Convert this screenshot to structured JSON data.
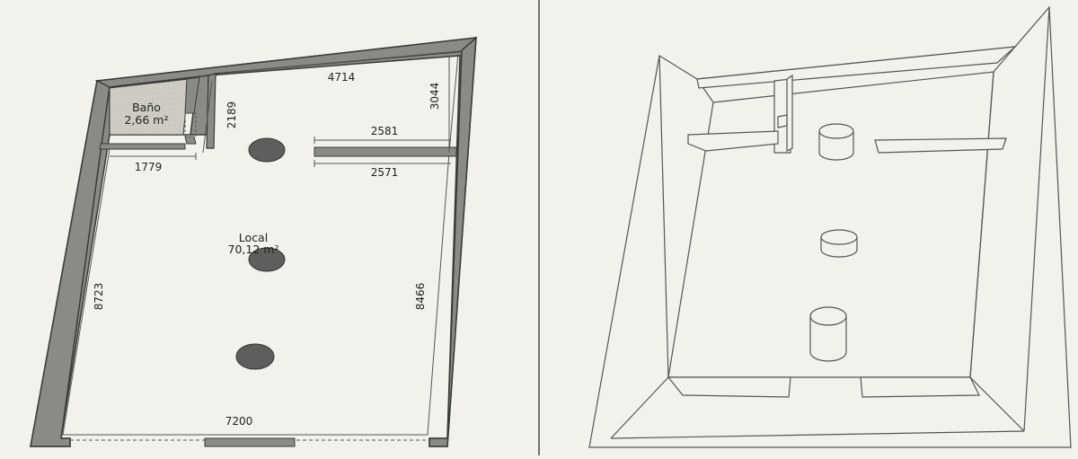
{
  "plan": {
    "rooms": {
      "bath_name": "Baño",
      "bath_area": "2,66 m²",
      "local_name": "Local",
      "local_area": "70,12 m²"
    },
    "dimensions": {
      "top": "4714",
      "bath_height": "2189",
      "right_upper": "3044",
      "bath_width": "1779",
      "partition_top": "2581",
      "partition_bottom": "2571",
      "left": "8723",
      "right": "8466",
      "bottom": "7200"
    }
  },
  "colors": {
    "background": "#f2f1ec",
    "wall_fill": "#8a8a86",
    "wall_stroke": "#3a3a38",
    "column_fill": "#5e5e5c",
    "bath_floor": "#cfccc4",
    "line": "#555555"
  },
  "icons": {
    "column": "column-icon",
    "divider": "panel-divider"
  }
}
